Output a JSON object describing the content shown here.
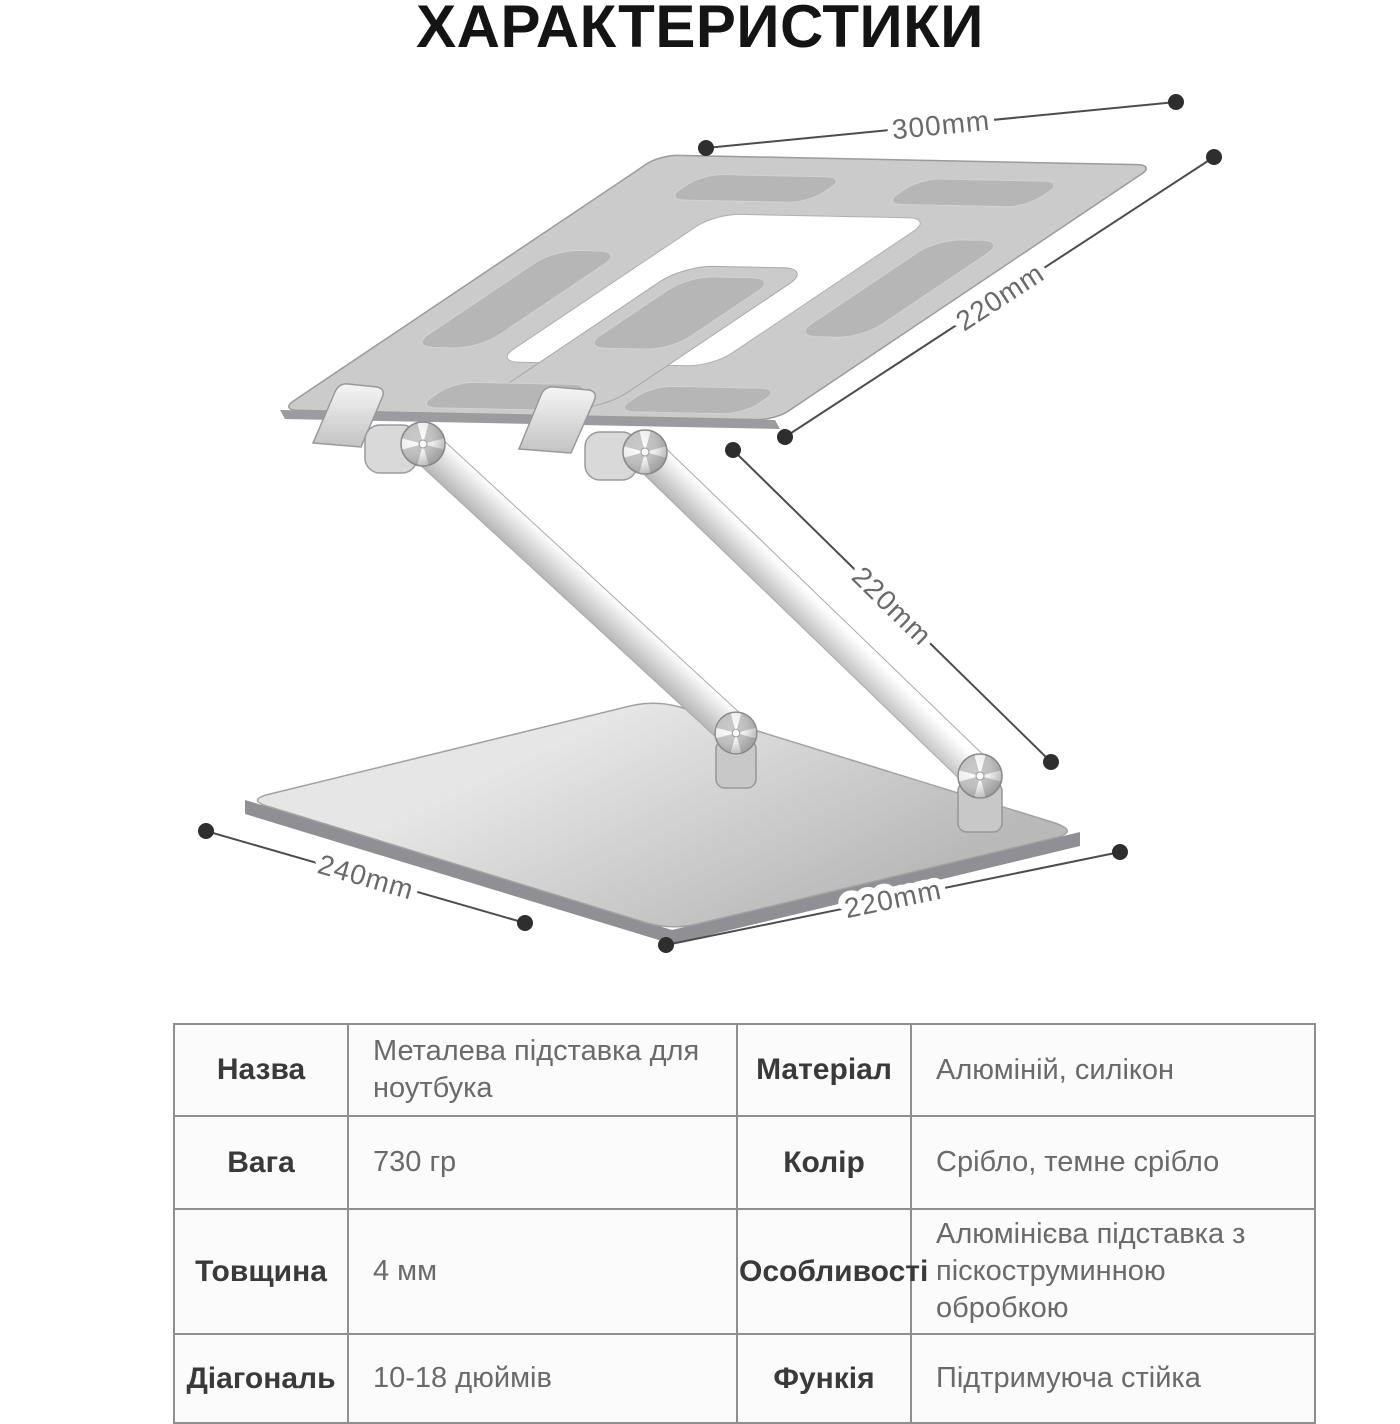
{
  "title": "ХАРАКТЕРИСТИКИ",
  "diagram": {
    "subject": "adjustable aluminum laptop stand technical illustration",
    "dimensions": {
      "platform_width": "300mm",
      "platform_depth": "220mm",
      "support_height": "220mm",
      "base_depth": "240mm",
      "base_width": "220mm"
    }
  },
  "spec_table": {
    "rows": [
      {
        "label_left": "Назва",
        "value_left": "Металева підставка для ноутбука",
        "label_right": "Матеріал",
        "value_right": "Алюміній, силікон"
      },
      {
        "label_left": "Вага",
        "value_left": "730 гр",
        "label_right": "Колір",
        "value_right": "Срібло, темне срібло"
      },
      {
        "label_left": "Товщина",
        "value_left": "4 мм",
        "label_right": "Особливості",
        "value_right": "Алюмінієва підставка з піскоструминною обробкою"
      },
      {
        "label_left": "Діагональ",
        "value_left": "10-18 дюймів",
        "label_right": "Функія",
        "value_right": "Підтримуюча стійка"
      }
    ]
  },
  "colors": {
    "page_background": "#ffffff",
    "title_text": "#141414",
    "dimension_text": "#6a6a6a",
    "dimension_line": "#4d4d4d",
    "dimension_dot": "#2e2e2e",
    "table_border": "#8f8f8f",
    "table_label_text": "#3a3a3a",
    "table_value_text": "#6a6a6a",
    "metal_light": "#f2f2f2",
    "metal_dark": "#a8a8a8"
  }
}
